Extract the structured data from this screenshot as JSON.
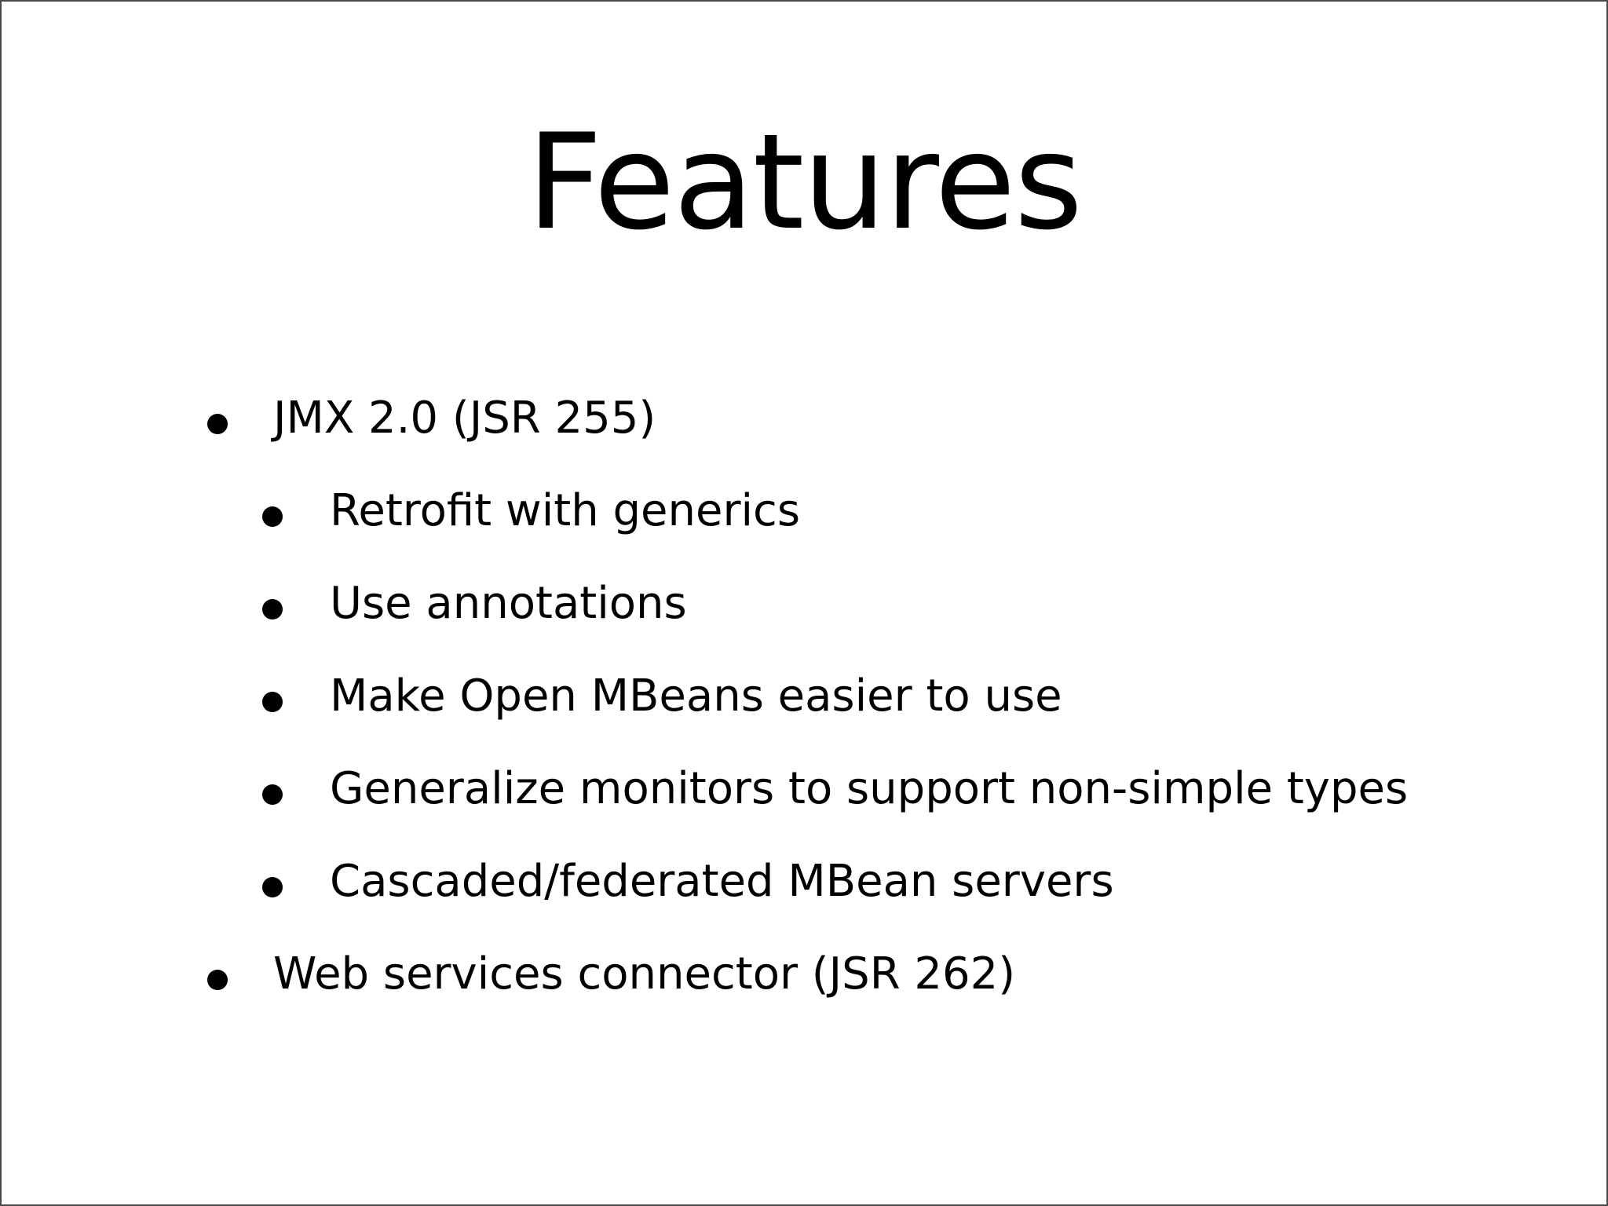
{
  "slide": {
    "title": "Features",
    "items": [
      {
        "level": 1,
        "text": "JMX 2.0 (JSR 255)"
      },
      {
        "level": 2,
        "text": "Retrofit with generics"
      },
      {
        "level": 2,
        "text": "Use annotations"
      },
      {
        "level": 2,
        "text": "Make Open MBeans easier to use"
      },
      {
        "level": 2,
        "text": "Generalize monitors to support non-simple types"
      },
      {
        "level": 2,
        "text": "Cascaded/federated MBean servers"
      },
      {
        "level": 1,
        "text": "Web services connector (JSR 262)"
      }
    ]
  }
}
